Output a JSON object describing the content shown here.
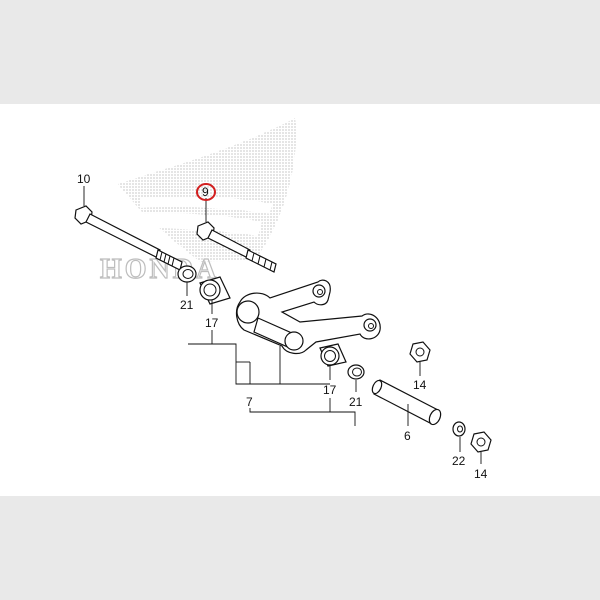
{
  "watermark": {
    "text": "HONDA"
  },
  "highlight_color": "#d21f1f",
  "callouts": [
    {
      "id": "c10",
      "label": "10"
    },
    {
      "id": "c9",
      "label": "9",
      "highlighted": true
    },
    {
      "id": "c21a",
      "label": "21"
    },
    {
      "id": "c17a",
      "label": "17"
    },
    {
      "id": "c7",
      "label": "7"
    },
    {
      "id": "c17b",
      "label": "17"
    },
    {
      "id": "c21b",
      "label": "21"
    },
    {
      "id": "c14a",
      "label": "14"
    },
    {
      "id": "c6",
      "label": "6"
    },
    {
      "id": "c22",
      "label": "22"
    },
    {
      "id": "c14b",
      "label": "14"
    }
  ]
}
